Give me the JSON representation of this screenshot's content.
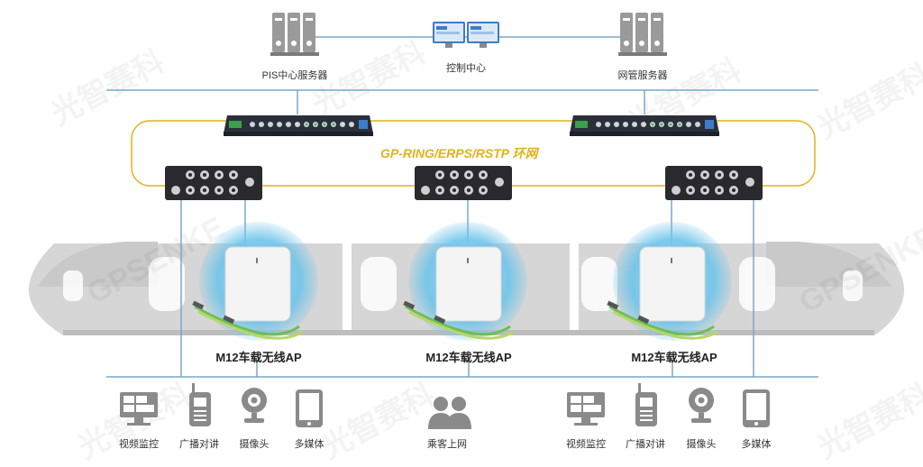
{
  "servers": {
    "pis_label": "PIS中心服务器",
    "control_label": "控制中心",
    "nms_label": "网管服务器"
  },
  "ring": {
    "label": "GP-RING/ERPS/RSTP 环网",
    "color": "#e0b21a"
  },
  "ap": {
    "label_1": "M12车载无线AP",
    "label_2": "M12车载无线AP",
    "label_3": "M12车载无线AP",
    "glow_color": "#6fc4ea"
  },
  "devices": {
    "video_label": "视频监控",
    "broadcast_label": "广播对讲",
    "camera_label": "摄像头",
    "media_label": "多媒体",
    "passenger_label": "乘客上网",
    "video_label_2": "视频监控",
    "broadcast_label_2": "广播对讲",
    "camera_label_2": "摄像头",
    "media_label_2": "多媒体"
  },
  "watermark": {
    "brand_cn": "光智赛科",
    "brand_en": "GPSENKE"
  },
  "colors": {
    "line": "#7aa7c7",
    "icon": "#8a8a8a",
    "train": "#d3d3d3"
  }
}
